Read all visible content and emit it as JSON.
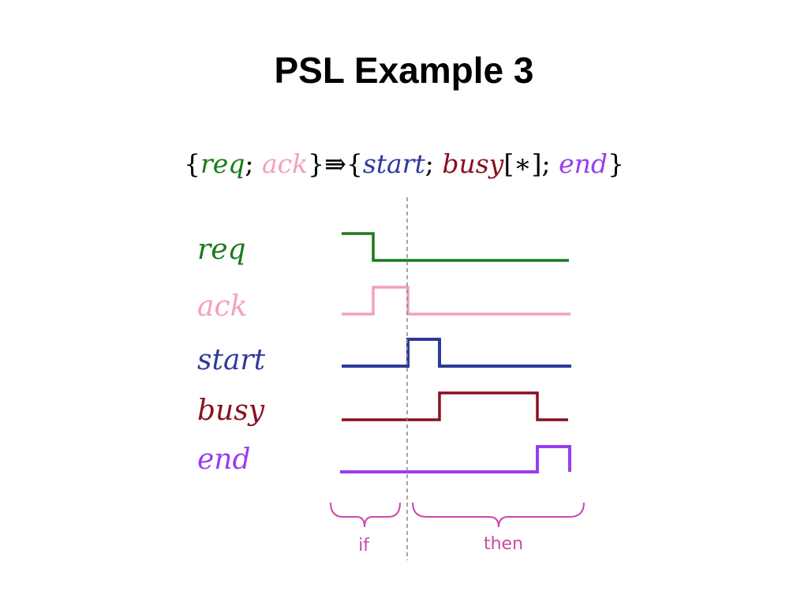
{
  "title": "PSL Example 3",
  "formula": {
    "open1": "{",
    "req": "req",
    "semi1": ";",
    "ack": "ack",
    "close1": "}",
    "implies": "⇛",
    "open2": "{",
    "start": "start",
    "semi2": ";",
    "busy": "busy",
    "star": "[∗]",
    "semi3": ";",
    "end": "end",
    "close2": "}"
  },
  "colors": {
    "req": "#1a7a1a",
    "ack": "#f4a0c0",
    "start": "#2e3a9a",
    "busy": "#8a1020",
    "end": "#9a3cf0",
    "brace": "#cc4aa8",
    "divider": "#888888"
  },
  "signals": [
    {
      "name": "req",
      "transitions": [
        [
          0,
          1
        ],
        [
          0.5,
          0
        ]
      ]
    },
    {
      "name": "ack",
      "transitions": [
        [
          0,
          0
        ],
        [
          0.5,
          1
        ],
        [
          1,
          0
        ]
      ]
    },
    {
      "name": "start",
      "transitions": [
        [
          0,
          0
        ],
        [
          1,
          1
        ],
        [
          1.5,
          0
        ]
      ]
    },
    {
      "name": "busy",
      "transitions": [
        [
          0,
          0
        ],
        [
          1.5,
          1
        ],
        [
          3,
          0
        ]
      ]
    },
    {
      "name": "end",
      "transitions": [
        [
          0,
          0
        ],
        [
          3,
          1
        ]
      ]
    }
  ],
  "brace_labels": {
    "if": "if",
    "then": "then"
  }
}
